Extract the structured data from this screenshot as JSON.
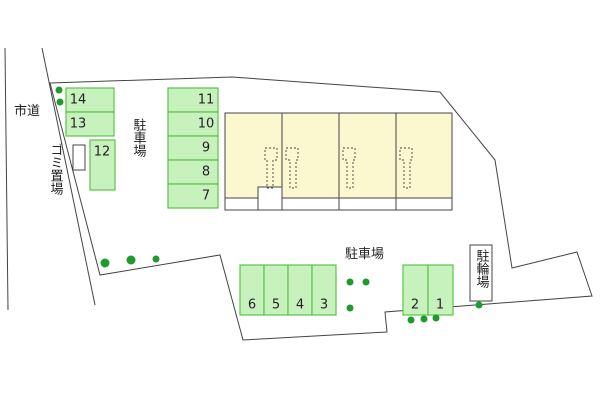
{
  "map": {
    "road_label": "市道",
    "garbage_label": "ゴミ置場",
    "parking_label_left": "駐車場",
    "parking_label_center": "駐車場",
    "bicycle_label": "駐輪場",
    "spaces_top_left": [
      "14",
      "13"
    ],
    "space_garbage_side": "12",
    "spaces_column": [
      "11",
      "10",
      "9",
      "8",
      "7"
    ],
    "spaces_bottom_center": [
      "6",
      "5",
      "4",
      "3"
    ],
    "spaces_bottom_right": [
      "2",
      "1"
    ],
    "colors": {
      "space_fill": "#c8f2bd",
      "space_border": "#5cc24a",
      "building_fill": "#fbf8cf",
      "tree": "#1e9a2e",
      "outline": "#444444"
    }
  }
}
